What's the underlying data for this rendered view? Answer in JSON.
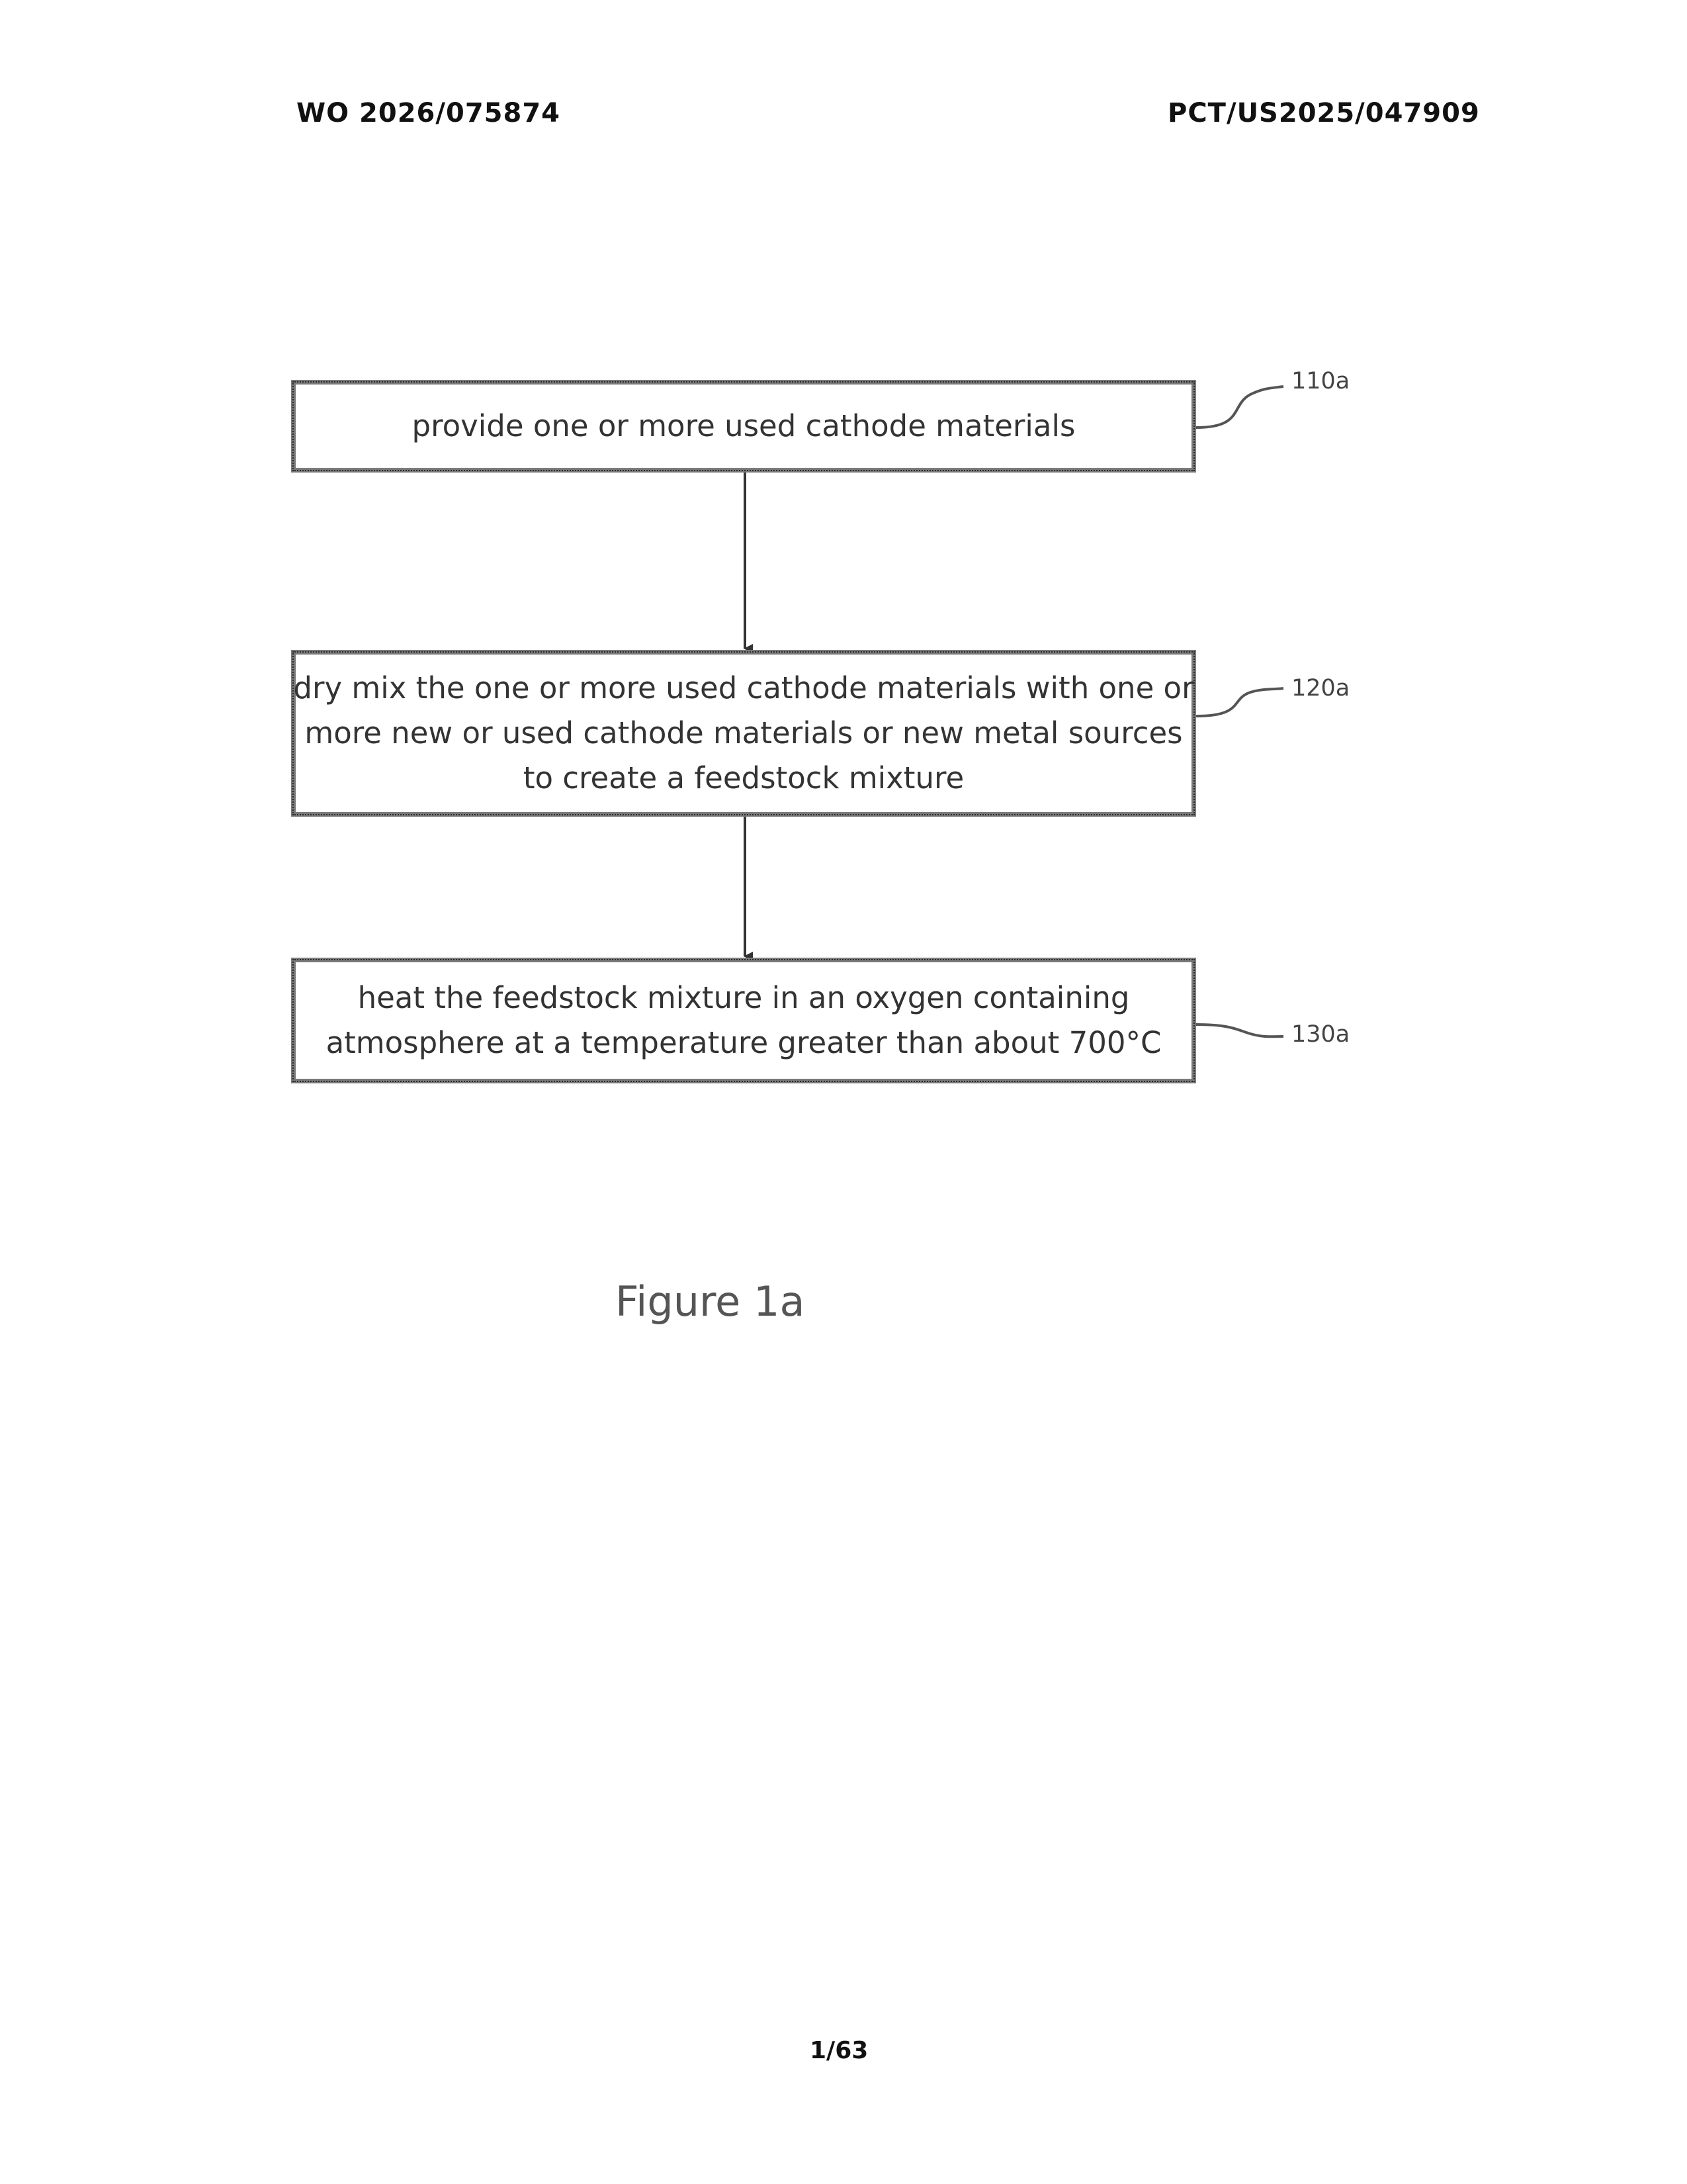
{
  "header": {
    "publication_number": "WO 2026/075874",
    "application_number": "PCT/US2025/047909"
  },
  "flowchart": {
    "steps": [
      {
        "ref": "110a",
        "lines": [
          "provide one or more used cathode materials"
        ]
      },
      {
        "ref": "120a",
        "lines": [
          "dry mix the one or more used cathode materials with one or",
          "more new or used cathode materials or new metal sources",
          "to create a feedstock mixture"
        ]
      },
      {
        "ref": "130a",
        "lines": [
          "heat the feedstock mixture in an oxygen containing",
          "atmosphere at a temperature greater than about 700°C"
        ]
      }
    ]
  },
  "caption": "Figure 1a",
  "footer": {
    "page_number": "1/63"
  }
}
